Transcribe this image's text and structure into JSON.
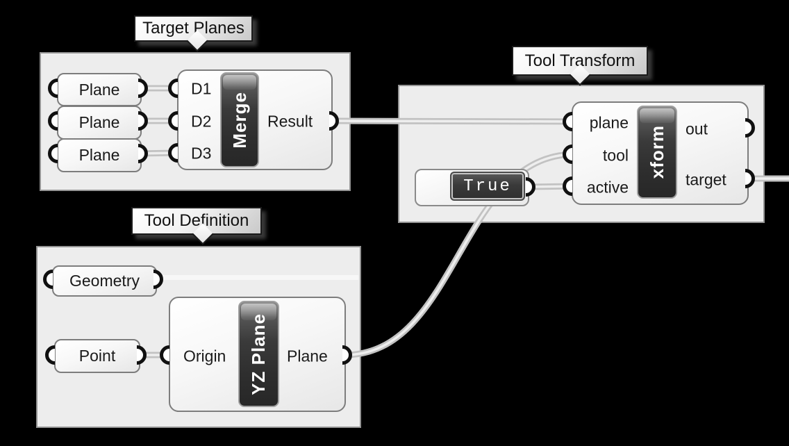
{
  "app": "grasshopper-canvas",
  "colors": {
    "background": "#000000",
    "group_fill": "#ededed",
    "group_border": "#949494",
    "node_border": "#7d7d7d",
    "name_capsule_dark": "#2e2e2e",
    "wire_outer": "#c2c2c2",
    "wire_inner": "#eeeeee",
    "geometry_param_text": "#8a2b8d",
    "label_text": "#111111"
  },
  "groups": [
    {
      "label": "Target Planes"
    },
    {
      "label": "Tool Transform"
    },
    {
      "label": "Tool Definition"
    }
  ],
  "target_planes": {
    "params": [
      {
        "label": "Plane"
      },
      {
        "label": "Plane"
      },
      {
        "label": "Plane"
      }
    ],
    "merge": {
      "name": "Merge",
      "inputs": [
        "D1",
        "D2",
        "D3"
      ],
      "outputs": [
        "Result"
      ]
    }
  },
  "tool_transform": {
    "toggle": {
      "value": "True"
    },
    "xform": {
      "name": "xform",
      "inputs": [
        "plane",
        "tool",
        "active"
      ],
      "outputs": [
        "out",
        "target"
      ]
    }
  },
  "tool_definition": {
    "params": [
      {
        "label": "Geometry"
      },
      {
        "label": "Point"
      }
    ],
    "yz_plane": {
      "name": "YZ Plane",
      "inputs": [
        "Origin"
      ],
      "outputs": [
        "Plane"
      ]
    }
  }
}
